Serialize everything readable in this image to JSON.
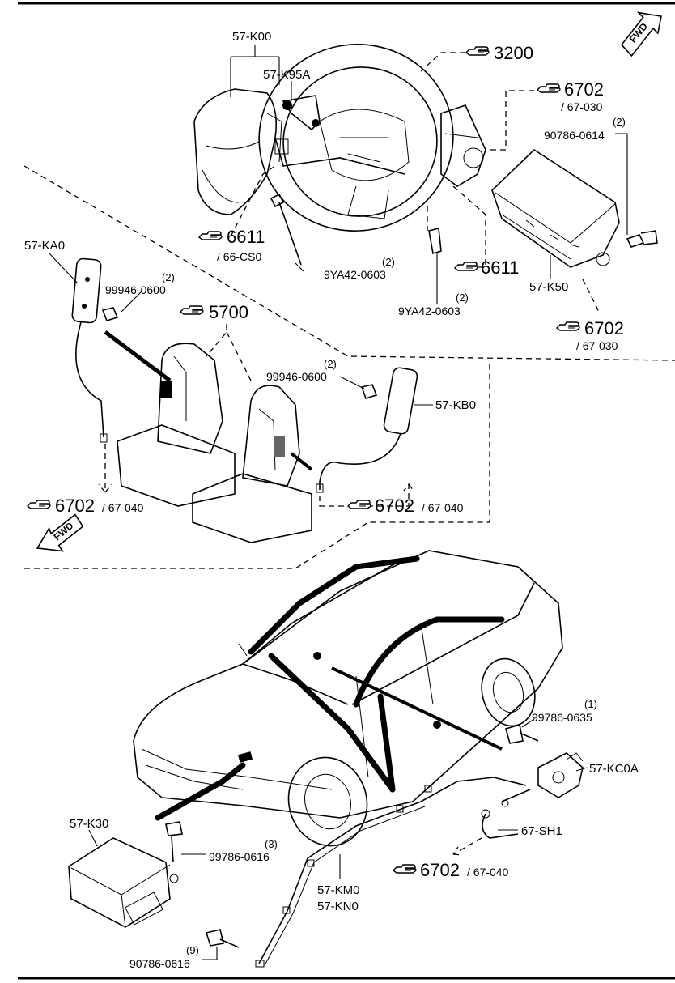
{
  "colors": {
    "ink": "#000000",
    "paper": "#ffffff"
  },
  "icons": [
    "hand-pointer-icon",
    "fwd-arrow-icon"
  ],
  "fwd_label": "FWD",
  "callouts": {
    "k00": "57-K00",
    "k95a": "57-K95A",
    "k50": "57-K50",
    "ka0": "57-KA0",
    "kb0": "57-KB0",
    "k30": "57-K30",
    "kc0a": "57-KC0A",
    "sh1": "67-SH1",
    "km0": "57-KM0",
    "kn0": "57-KN0"
  },
  "fasteners": [
    {
      "id": "90786-0614",
      "qty": "(2)"
    },
    {
      "id": "9YA42-0603",
      "qty": "(2)"
    },
    {
      "id": "9YA42-0603",
      "qty": "(2)"
    },
    {
      "id": "99946-0600",
      "qty": "(2)"
    },
    {
      "id": "99946-0600",
      "qty": "(2)"
    },
    {
      "id": "99786-0635",
      "qty": "(1)"
    },
    {
      "id": "99786-0616",
      "qty": "(3)"
    },
    {
      "id": "90786-0616",
      "qty": "(9)"
    }
  ],
  "references": [
    {
      "num": "3200",
      "sub": ""
    },
    {
      "num": "6702",
      "sub": "/ 67-030"
    },
    {
      "num": "6611",
      "sub": "/ 66-CS0"
    },
    {
      "num": "6611",
      "sub": ""
    },
    {
      "num": "6702",
      "sub": "/ 67-030"
    },
    {
      "num": "5700",
      "sub": ""
    },
    {
      "num": "6702",
      "sub": "/ 67-040"
    },
    {
      "num": "6702",
      "sub": "/ 67-040"
    },
    {
      "num": "6702",
      "sub": "/ 67-040"
    }
  ]
}
